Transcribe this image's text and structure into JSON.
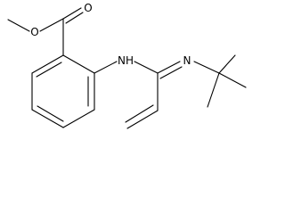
{
  "structure": {
    "atom_labels": {
      "carbonyl_oxygen": "O",
      "ester_oxygen": "O",
      "amine": "NH",
      "imine_nitrogen": "N"
    },
    "colors": {
      "bond": "#000000",
      "label": "#000000",
      "background": "#ffffff"
    }
  }
}
